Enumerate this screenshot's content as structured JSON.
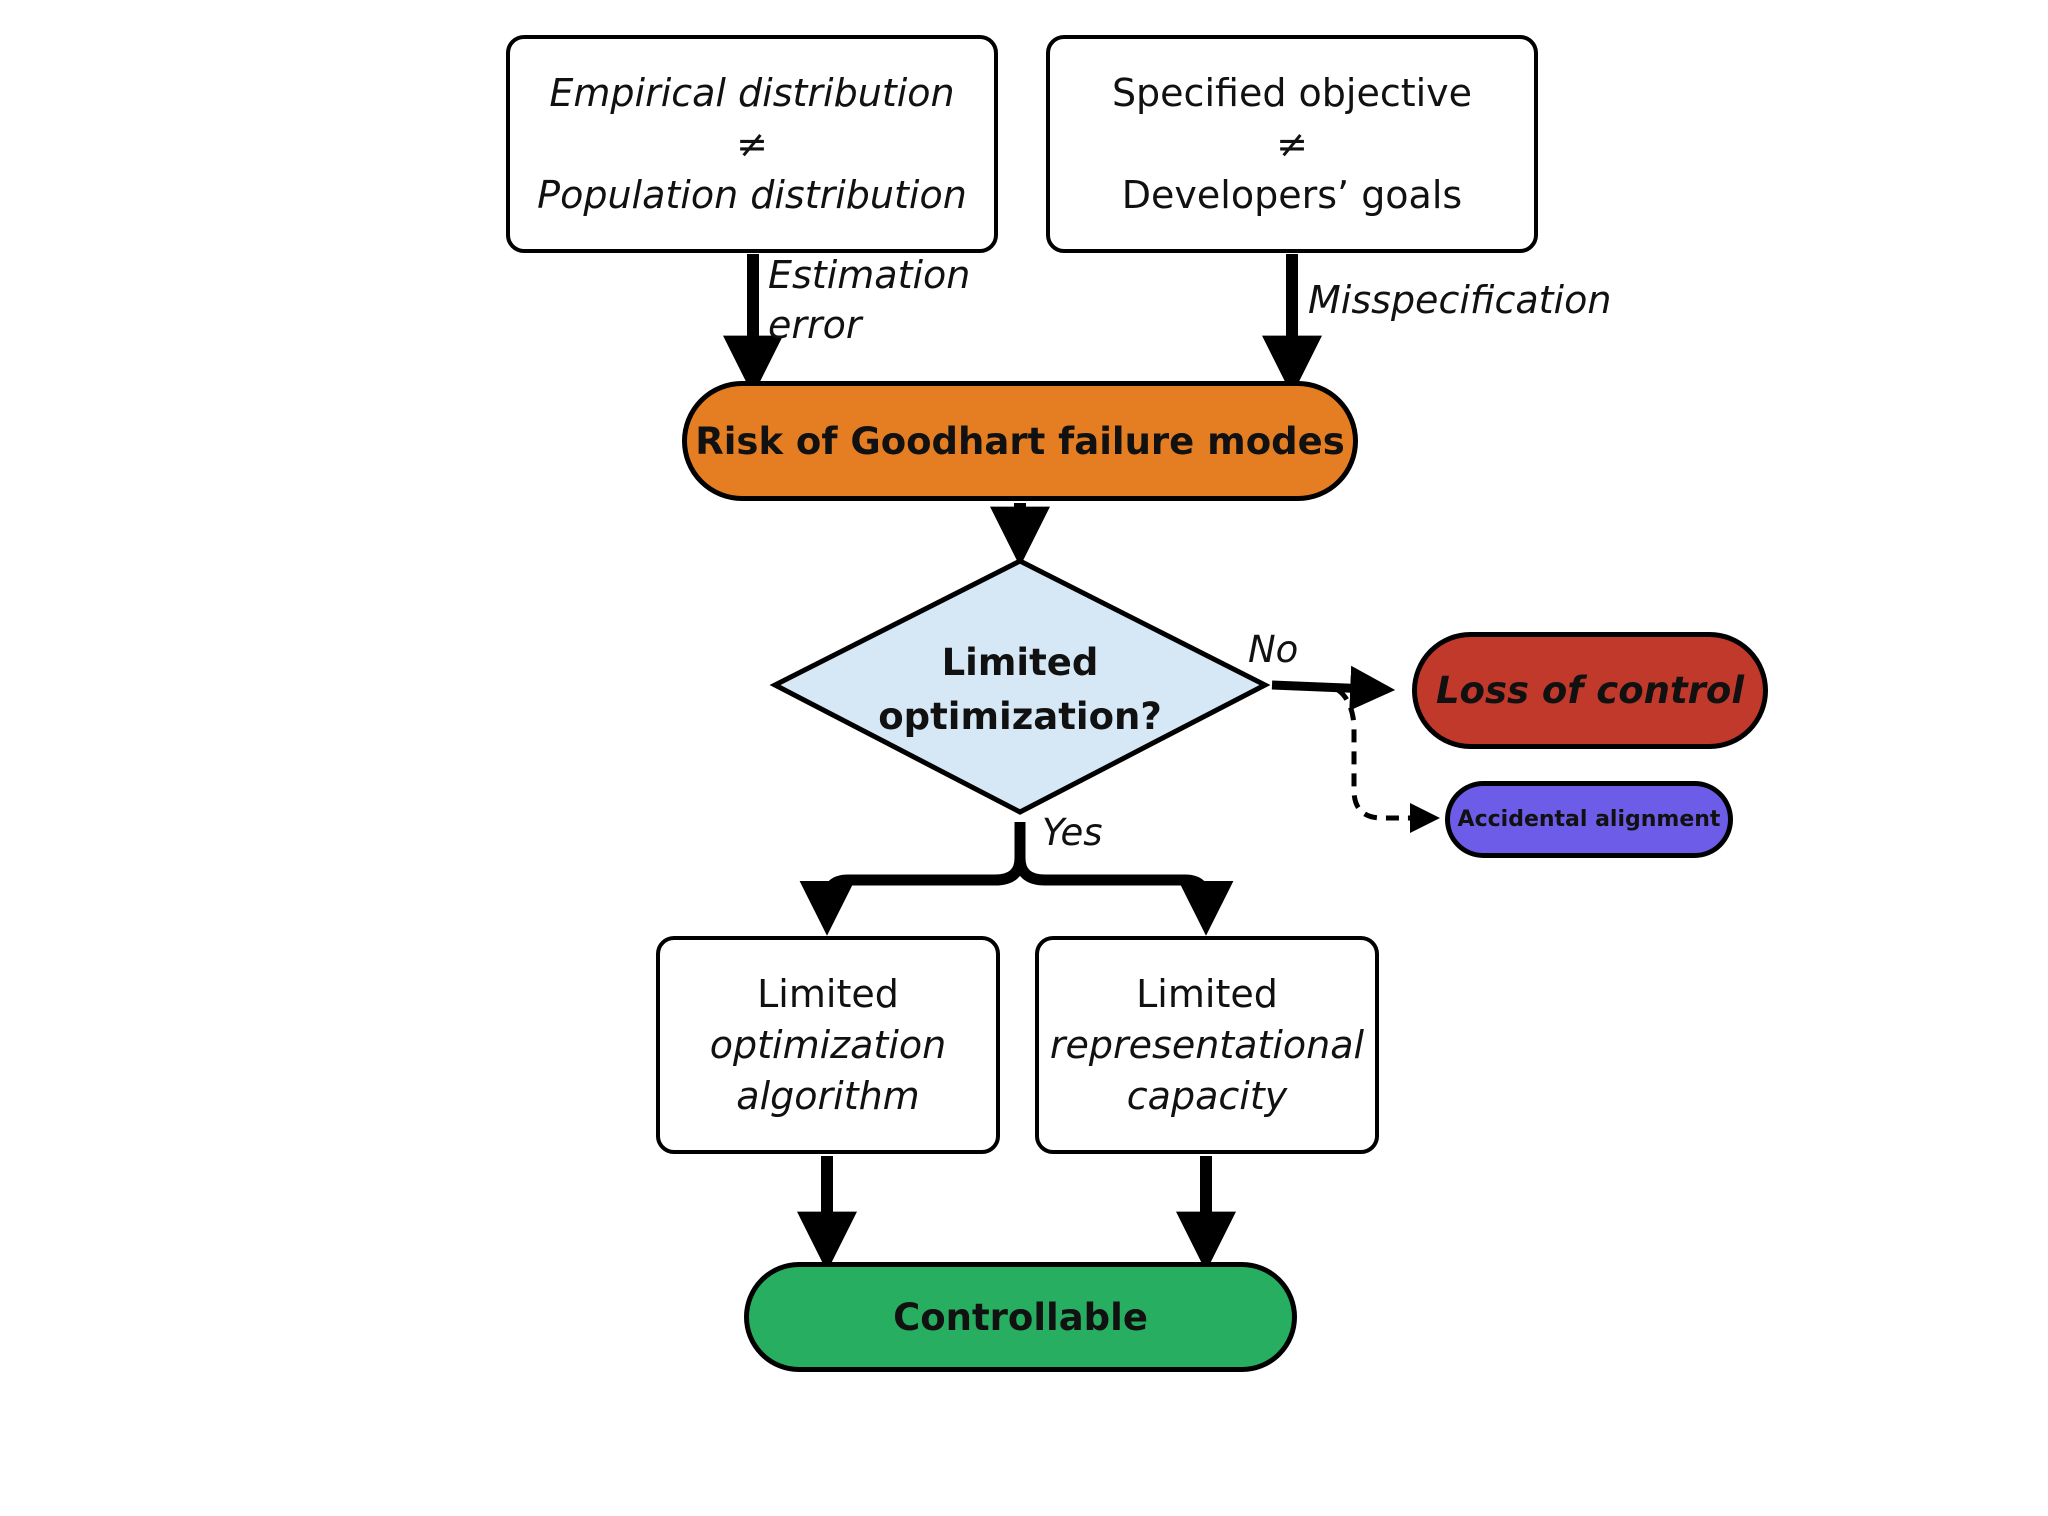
{
  "boxes": {
    "estimation_top": "Empirical distribution",
    "estimation_neq": "≠",
    "estimation_bottom": "Population distribution",
    "objective_top": "Specified objective",
    "objective_neq": "≠",
    "objective_bottom": "Developers’ goals",
    "algo_line1": "Limited",
    "algo_line2": "optimization",
    "algo_line3": "algorithm",
    "repr_line1": "Limited",
    "repr_line2": "representational",
    "repr_line3": "capacity"
  },
  "edge_labels": {
    "estimation_1": "Estimation",
    "estimation_2": "error",
    "misspecification": "Misspecification",
    "no": "No",
    "yes": "Yes"
  },
  "nodes": {
    "risk": "Risk of Goodhart failure modes",
    "decision_line1": "Limited",
    "decision_line2": "optimization?",
    "loss": "Loss of control",
    "accidental": "Accidental alignment",
    "controllable": "Controllable"
  },
  "colors": {
    "risk": "#e57e22",
    "decision": "#d6e8f6",
    "loss": "#c0392b",
    "accidental": "#6c5ce7",
    "controllable": "#27ae60",
    "stroke": "#000000"
  }
}
